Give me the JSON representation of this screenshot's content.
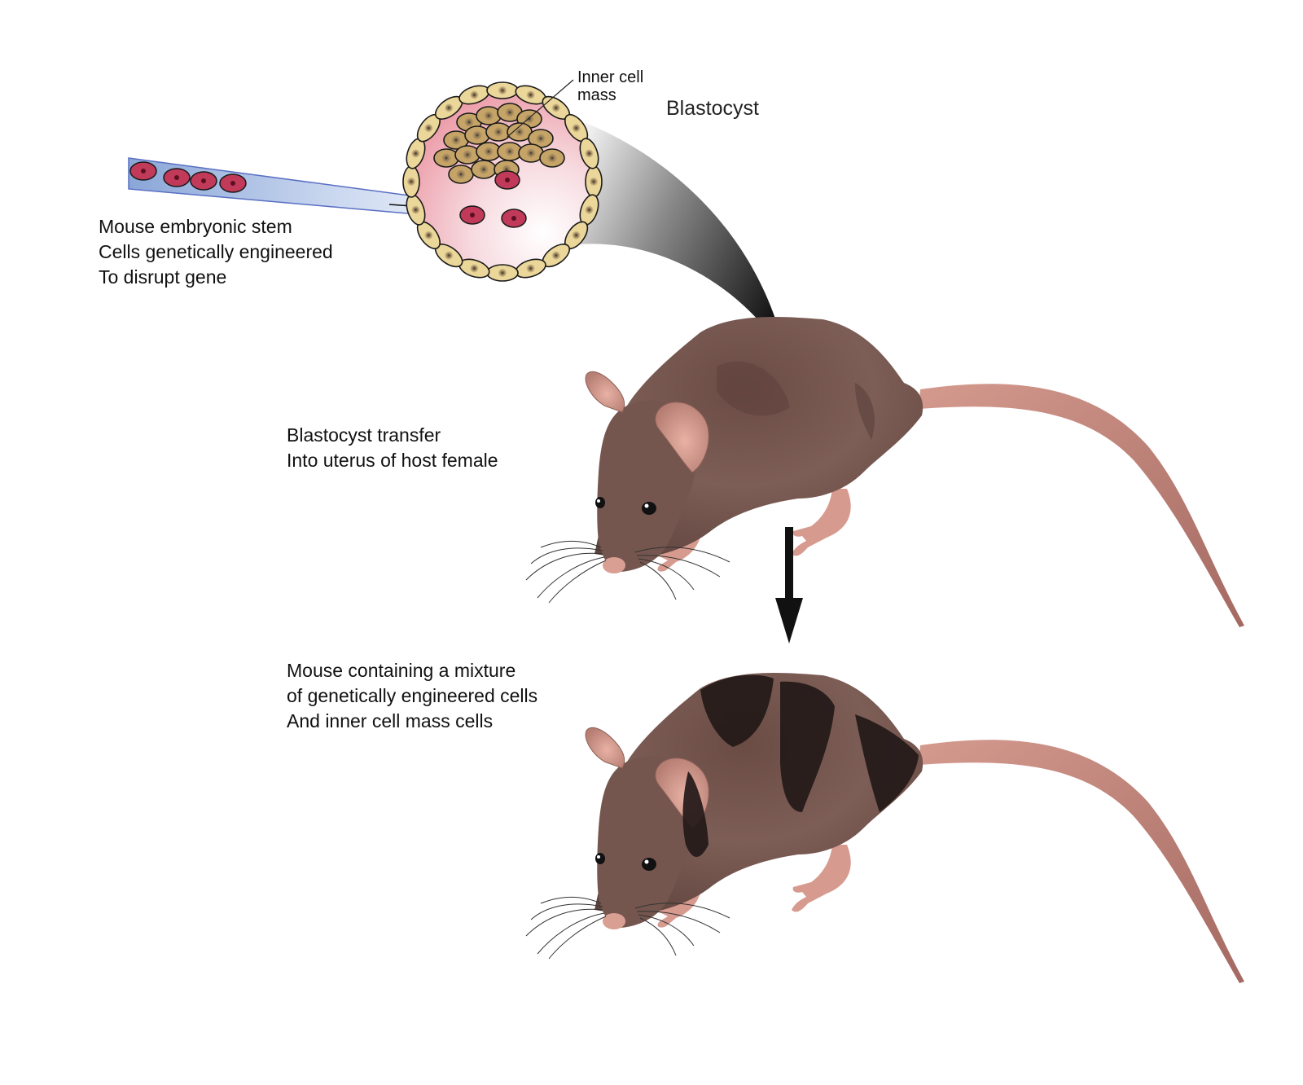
{
  "labels": {
    "blastocyst": "Blastocyst",
    "inner_cell_mass": [
      "Inner cell",
      "mass"
    ],
    "es_cells": [
      "Mouse embryonic stem",
      "Cells genetically engineered",
      "To disrupt gene"
    ],
    "transfer": [
      "Blastocyst transfer",
      "Into uterus of host female"
    ],
    "chimera": [
      "Mouse containing a mixture",
      "of genetically engineered cells",
      "And inner cell mass cells"
    ]
  },
  "colors": {
    "es_cell": "#c23a5a",
    "blastocyst_cell": "#ecd79a",
    "inner_cell_mass_cell": "#c6a467",
    "blastocoel": "#f3b3bc",
    "pipette": "#8fa9d8",
    "mouse_fur": "#7a5a52",
    "mouse_skin": "#d79a8f",
    "chimera_patch": "#2a1f1e",
    "arrow": "#111111"
  },
  "icons": [
    "pipette-icon",
    "blastocyst-icon",
    "host-mouse-icon",
    "chimeric-mouse-icon",
    "arrow-icon"
  ]
}
